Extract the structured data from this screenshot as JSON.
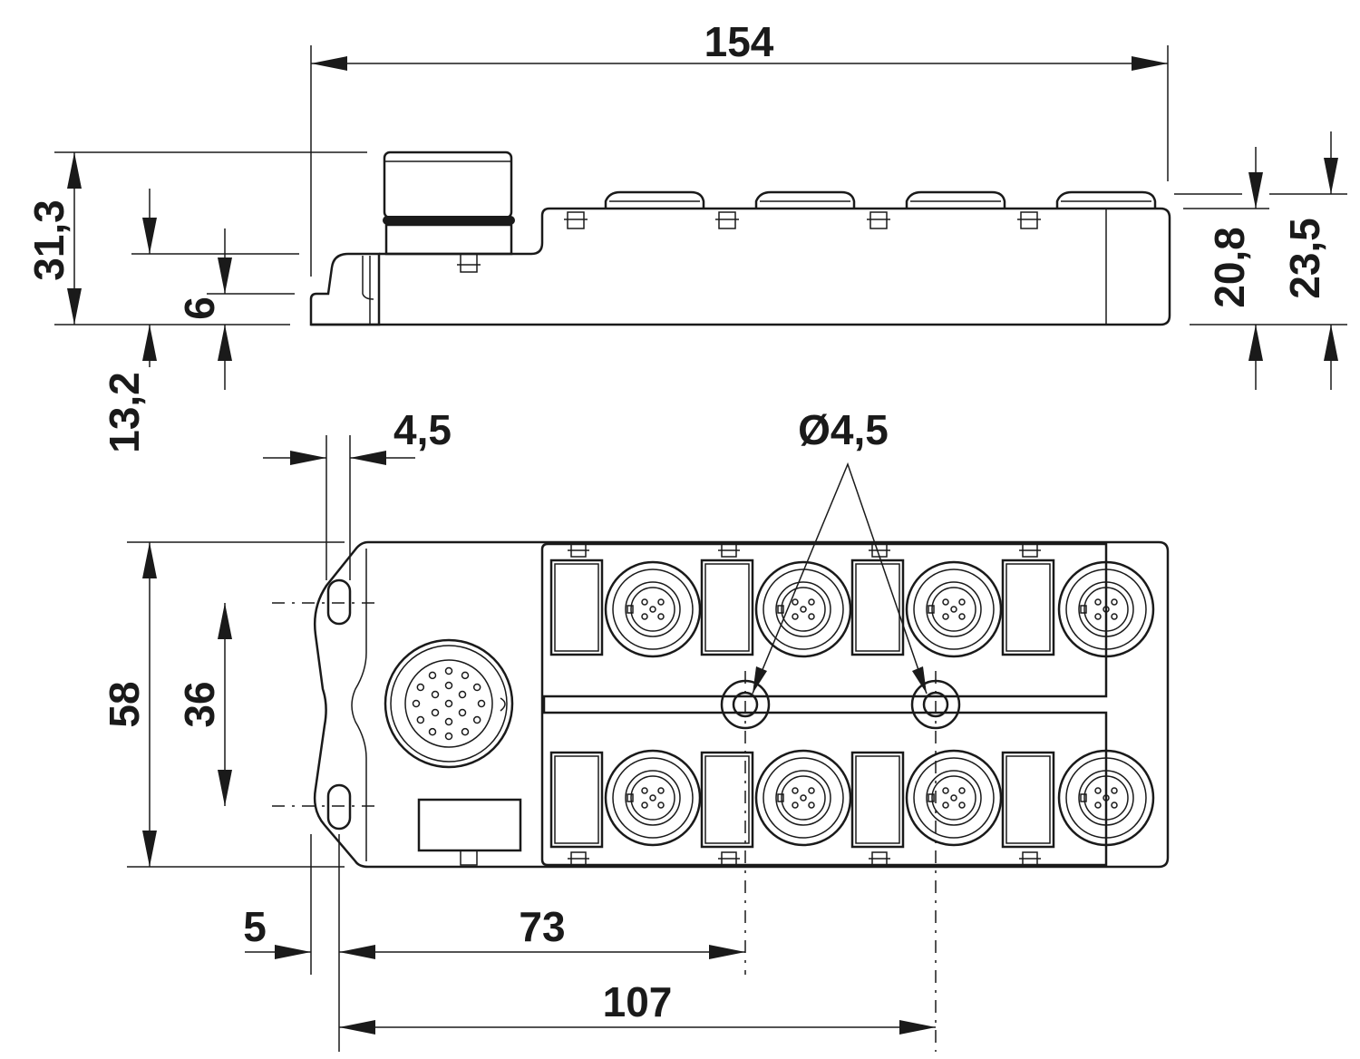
{
  "dimensions": {
    "overall_length": "154",
    "overall_height": "31,3",
    "base_height": "13,2",
    "flange_height": "6",
    "body_height": "20,8",
    "body_height_with_cap": "23,5",
    "slot_offset": "4,5",
    "hole_diameter": "Ø4,5",
    "width": "58",
    "hole_spacing": "36",
    "edge_offset": "5",
    "first_hole_position": "73",
    "second_hole_position": "107"
  },
  "views": [
    "side-view",
    "top-view"
  ],
  "components": {
    "sensor_ports_count": 8,
    "main_connector": "multi-pin-connector",
    "mounting_holes_count": 2
  }
}
